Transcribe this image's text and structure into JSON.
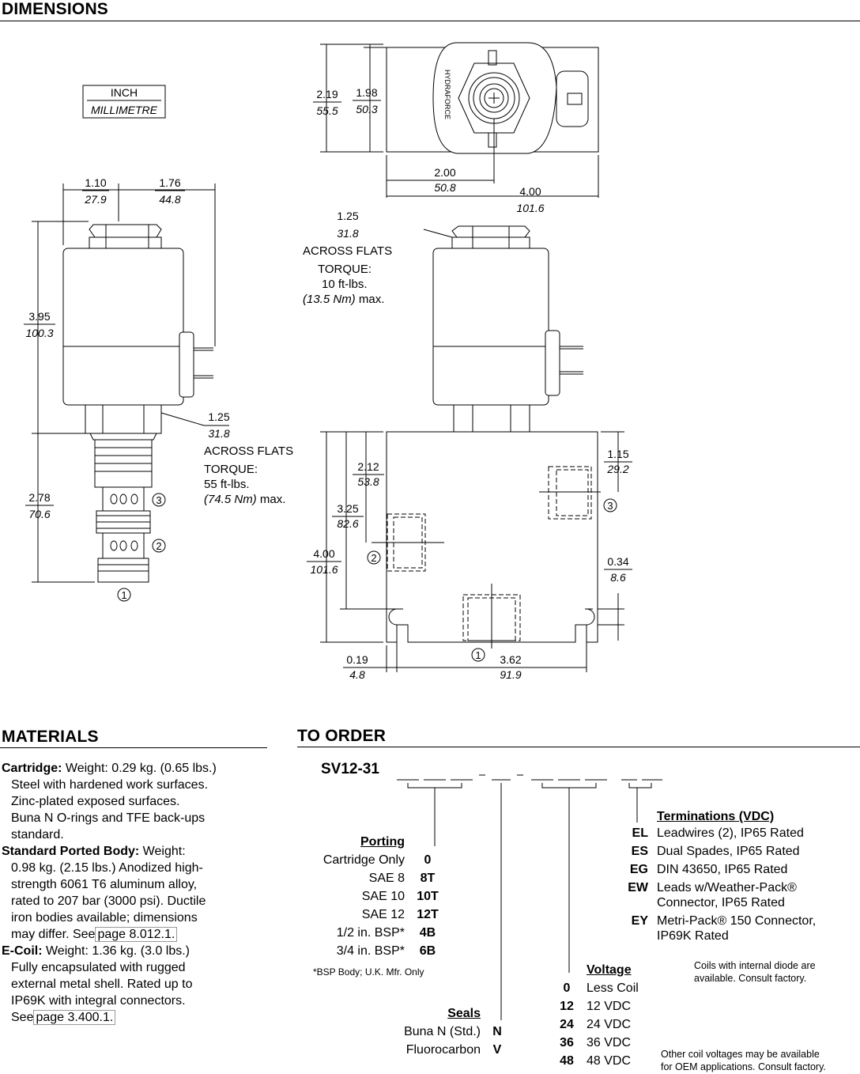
{
  "dimensions_heading": "DIMENSIONS",
  "units_legend": {
    "top": "INCH",
    "bottom": "MILLIMETRE"
  },
  "brand_mark": "HYDRAFORCE",
  "dims": {
    "left_w1": [
      "1.10",
      "27.9"
    ],
    "left_w2": [
      "1.76",
      "44.8"
    ],
    "left_h1": [
      "3.95",
      "100.3"
    ],
    "left_h2": [
      "2.78",
      "70.6"
    ],
    "left_flats": [
      "1.25",
      "31.8"
    ],
    "top_h1": [
      "2.19",
      "55.5"
    ],
    "top_h2": [
      "1.98",
      "50.3"
    ],
    "top_w1": [
      "2.00",
      "50.8"
    ],
    "top_w2": [
      "4.00",
      "101.6"
    ],
    "right_flats": [
      "1.25",
      "31.8"
    ],
    "body_a": [
      "2.12",
      "53.8"
    ],
    "body_b": [
      "3.25",
      "82.6"
    ],
    "body_c": [
      "4.00",
      "101.6"
    ],
    "body_d": [
      "1.15",
      "29.2"
    ],
    "body_e": [
      "0.34",
      "8.6"
    ],
    "body_f": [
      "0.19",
      "4.8"
    ],
    "body_g": [
      "3.62",
      "91.9"
    ]
  },
  "left_torque": {
    "flats": "ACROSS FLATS",
    "label": "TORQUE:",
    "value": "55 ft-lbs.",
    "metric": "(74.5 Nm)",
    "suffix": " max."
  },
  "right_torque": {
    "flats": "ACROSS FLATS",
    "label": "TORQUE:",
    "value": "10 ft-lbs.",
    "metric": "(13.5 Nm)",
    "suffix": " max."
  },
  "port_labels": [
    "1",
    "2",
    "3"
  ],
  "materials": {
    "heading": "MATERIALS",
    "cartridge": {
      "label": "Cartridge:",
      "text1": " Weight: 0.29 kg. (0.65 lbs.)",
      "lines": [
        "Steel with hardened work surfaces.",
        "Zinc-plated exposed surfaces.",
        "Buna N O-rings and TFE back-ups",
        "standard."
      ]
    },
    "body": {
      "label": "Standard Ported Body:",
      "text1": " Weight:",
      "lines": [
        "0.98 kg. (2.15 lbs.) Anodized high-",
        "strength 6061 T6 aluminum alloy,",
        "rated to 207 bar (3000 psi). Ductile",
        "iron bodies available; dimensions"
      ],
      "last_pre": "may differ. See",
      "last_link": "page 8.012.1."
    },
    "ecoil": {
      "label": "E-Coil:",
      "text1": "  Weight: 1.36 kg. (3.0 lbs.)",
      "lines": [
        "Fully encapsulated with rugged",
        "external metal shell. Rated up to",
        "IP69K with integral connectors."
      ],
      "last_pre": "See",
      "last_link": "page 3.400.1."
    }
  },
  "order": {
    "heading": "TO ORDER",
    "model": "SV12-31",
    "porting": {
      "title": "Porting",
      "items": [
        [
          "Cartridge Only",
          "0"
        ],
        [
          "SAE 8",
          "8T"
        ],
        [
          "SAE 10",
          "10T"
        ],
        [
          "SAE 12",
          "12T"
        ],
        [
          "1/2 in. BSP*",
          "4B"
        ],
        [
          "3/4 in. BSP*",
          "6B"
        ]
      ],
      "note": "*BSP Body; U.K. Mfr. Only"
    },
    "seals": {
      "title": "Seals",
      "items": [
        [
          "Buna N (Std.)",
          "N"
        ],
        [
          "Fluorocarbon",
          "V"
        ]
      ]
    },
    "voltage": {
      "title": "Voltage",
      "items": [
        [
          "0",
          "Less Coil"
        ],
        [
          "12",
          "12 VDC"
        ],
        [
          "24",
          "24 VDC"
        ],
        [
          "36",
          "36 VDC"
        ],
        [
          "48",
          "48 VDC"
        ]
      ]
    },
    "terminations": {
      "title": "Terminations (VDC)",
      "items": [
        [
          "EL",
          "Leadwires (2), IP65 Rated",
          ""
        ],
        [
          "ES",
          "Dual Spades, IP65 Rated",
          ""
        ],
        [
          "EG",
          "DIN 43650, IP65 Rated",
          ""
        ],
        [
          "EW",
          "Leads w/Weather-Pack®",
          "Connector, IP65 Rated"
        ],
        [
          "EY",
          "Metri-Pack® 150 Connector,",
          "IP69K Rated"
        ]
      ]
    },
    "note_diode": [
      "Coils with internal diode are",
      "available. Consult factory."
    ],
    "note_voltages": [
      "Other coil voltages may be available",
      "for OEM applications. Consult factory."
    ]
  }
}
